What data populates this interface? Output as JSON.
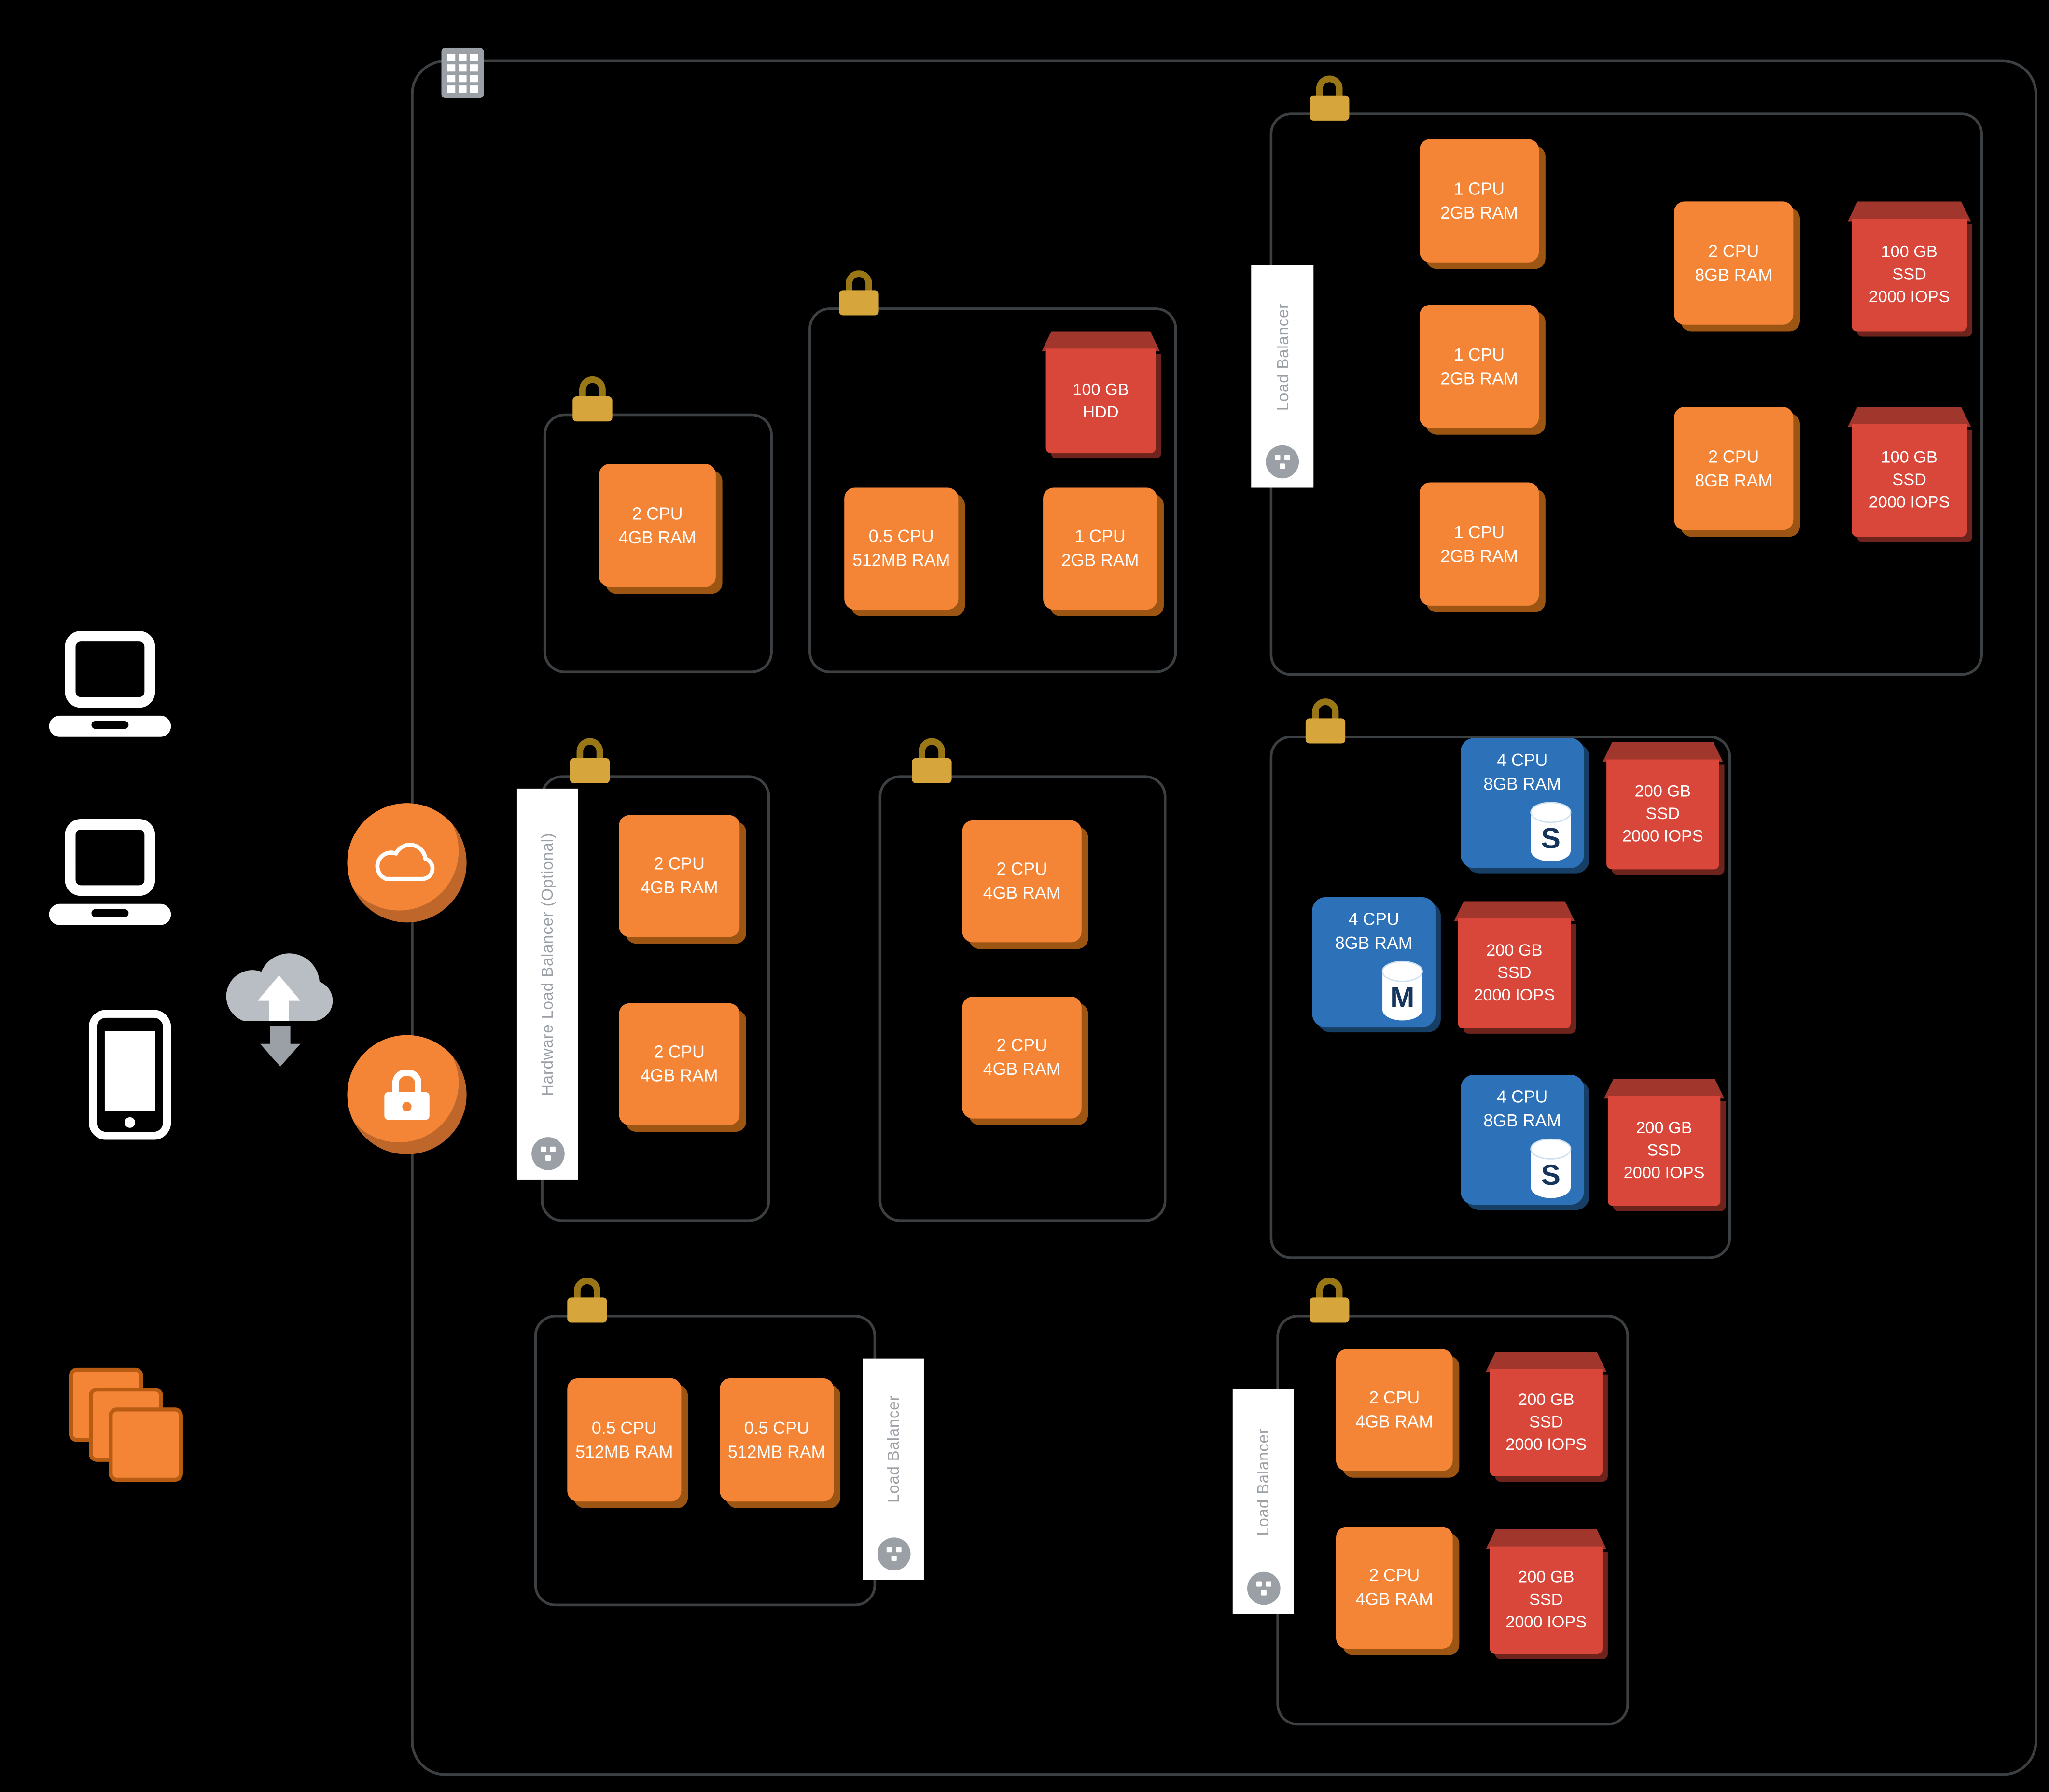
{
  "palette": {
    "background": "#000000",
    "compute_fill": "#F58536",
    "storage_fill": "#D8473A",
    "storage_lid": "#A0362C",
    "db_fill": "#2D72B8",
    "lock_body": "#D6A63C",
    "lock_shackle": "#9A7716",
    "border_gray": "#3C4043",
    "label_gray": "#9AA0A6"
  },
  "left_rail": {
    "laptop1": "laptop",
    "laptop2": "laptop",
    "phone": "smartphone",
    "stack": "instance-stack",
    "transfer": "data-transfer-cloud",
    "internet_gateway": "cloud-gateway",
    "secure_gateway": "secure-lock-gateway"
  },
  "groups": {
    "a": {
      "n1": "2 CPU\n4GB RAM"
    },
    "b": {
      "disk1": "100 GB\nHDD",
      "n1": "0.5 CPU\n512MB RAM",
      "n2": "1 CPU\n2GB RAM"
    },
    "c": {
      "label": "Load Balancer",
      "web1": "1 CPU\n2GB RAM",
      "web2": "1 CPU\n2GB RAM",
      "web3": "1 CPU\n2GB RAM",
      "app1": "2 CPU\n8GB RAM",
      "app2": "2 CPU\n8GB RAM",
      "disk1": "100 GB\nSSD\n2000 IOPS",
      "disk2": "100 GB\nSSD\n2000 IOPS"
    },
    "d": {
      "label": "Hardware Load Balancer (Optional)",
      "n1": "2 CPU\n4GB RAM",
      "n2": "2 CPU\n4GB RAM"
    },
    "e": {
      "n1": "2 CPU\n4GB RAM",
      "n2": "2 CPU\n4GB RAM"
    },
    "f": {
      "db1": "4 CPU\n8GB RAM",
      "db1_letter": "S",
      "disk1": "200 GB\nSSD\n2000 IOPS",
      "db2": "4 CPU\n8GB RAM",
      "db2_letter": "M",
      "disk2": "200 GB\nSSD\n2000 IOPS",
      "db3": "4 CPU\n8GB RAM",
      "db3_letter": "S",
      "disk3": "200 GB\nSSD\n2000 IOPS"
    },
    "g": {
      "label": "Load Balancer",
      "n1": "0.5 CPU\n512MB RAM",
      "n2": "0.5 CPU\n512MB RAM"
    },
    "h": {
      "label": "Load Balancer",
      "n1": "2 CPU\n4GB RAM",
      "n2": "2 CPU\n4GB RAM",
      "disk1": "200 GB\nSSD\n2000 IOPS",
      "disk2": "200 GB\nSSD\n2000 IOPS"
    }
  }
}
